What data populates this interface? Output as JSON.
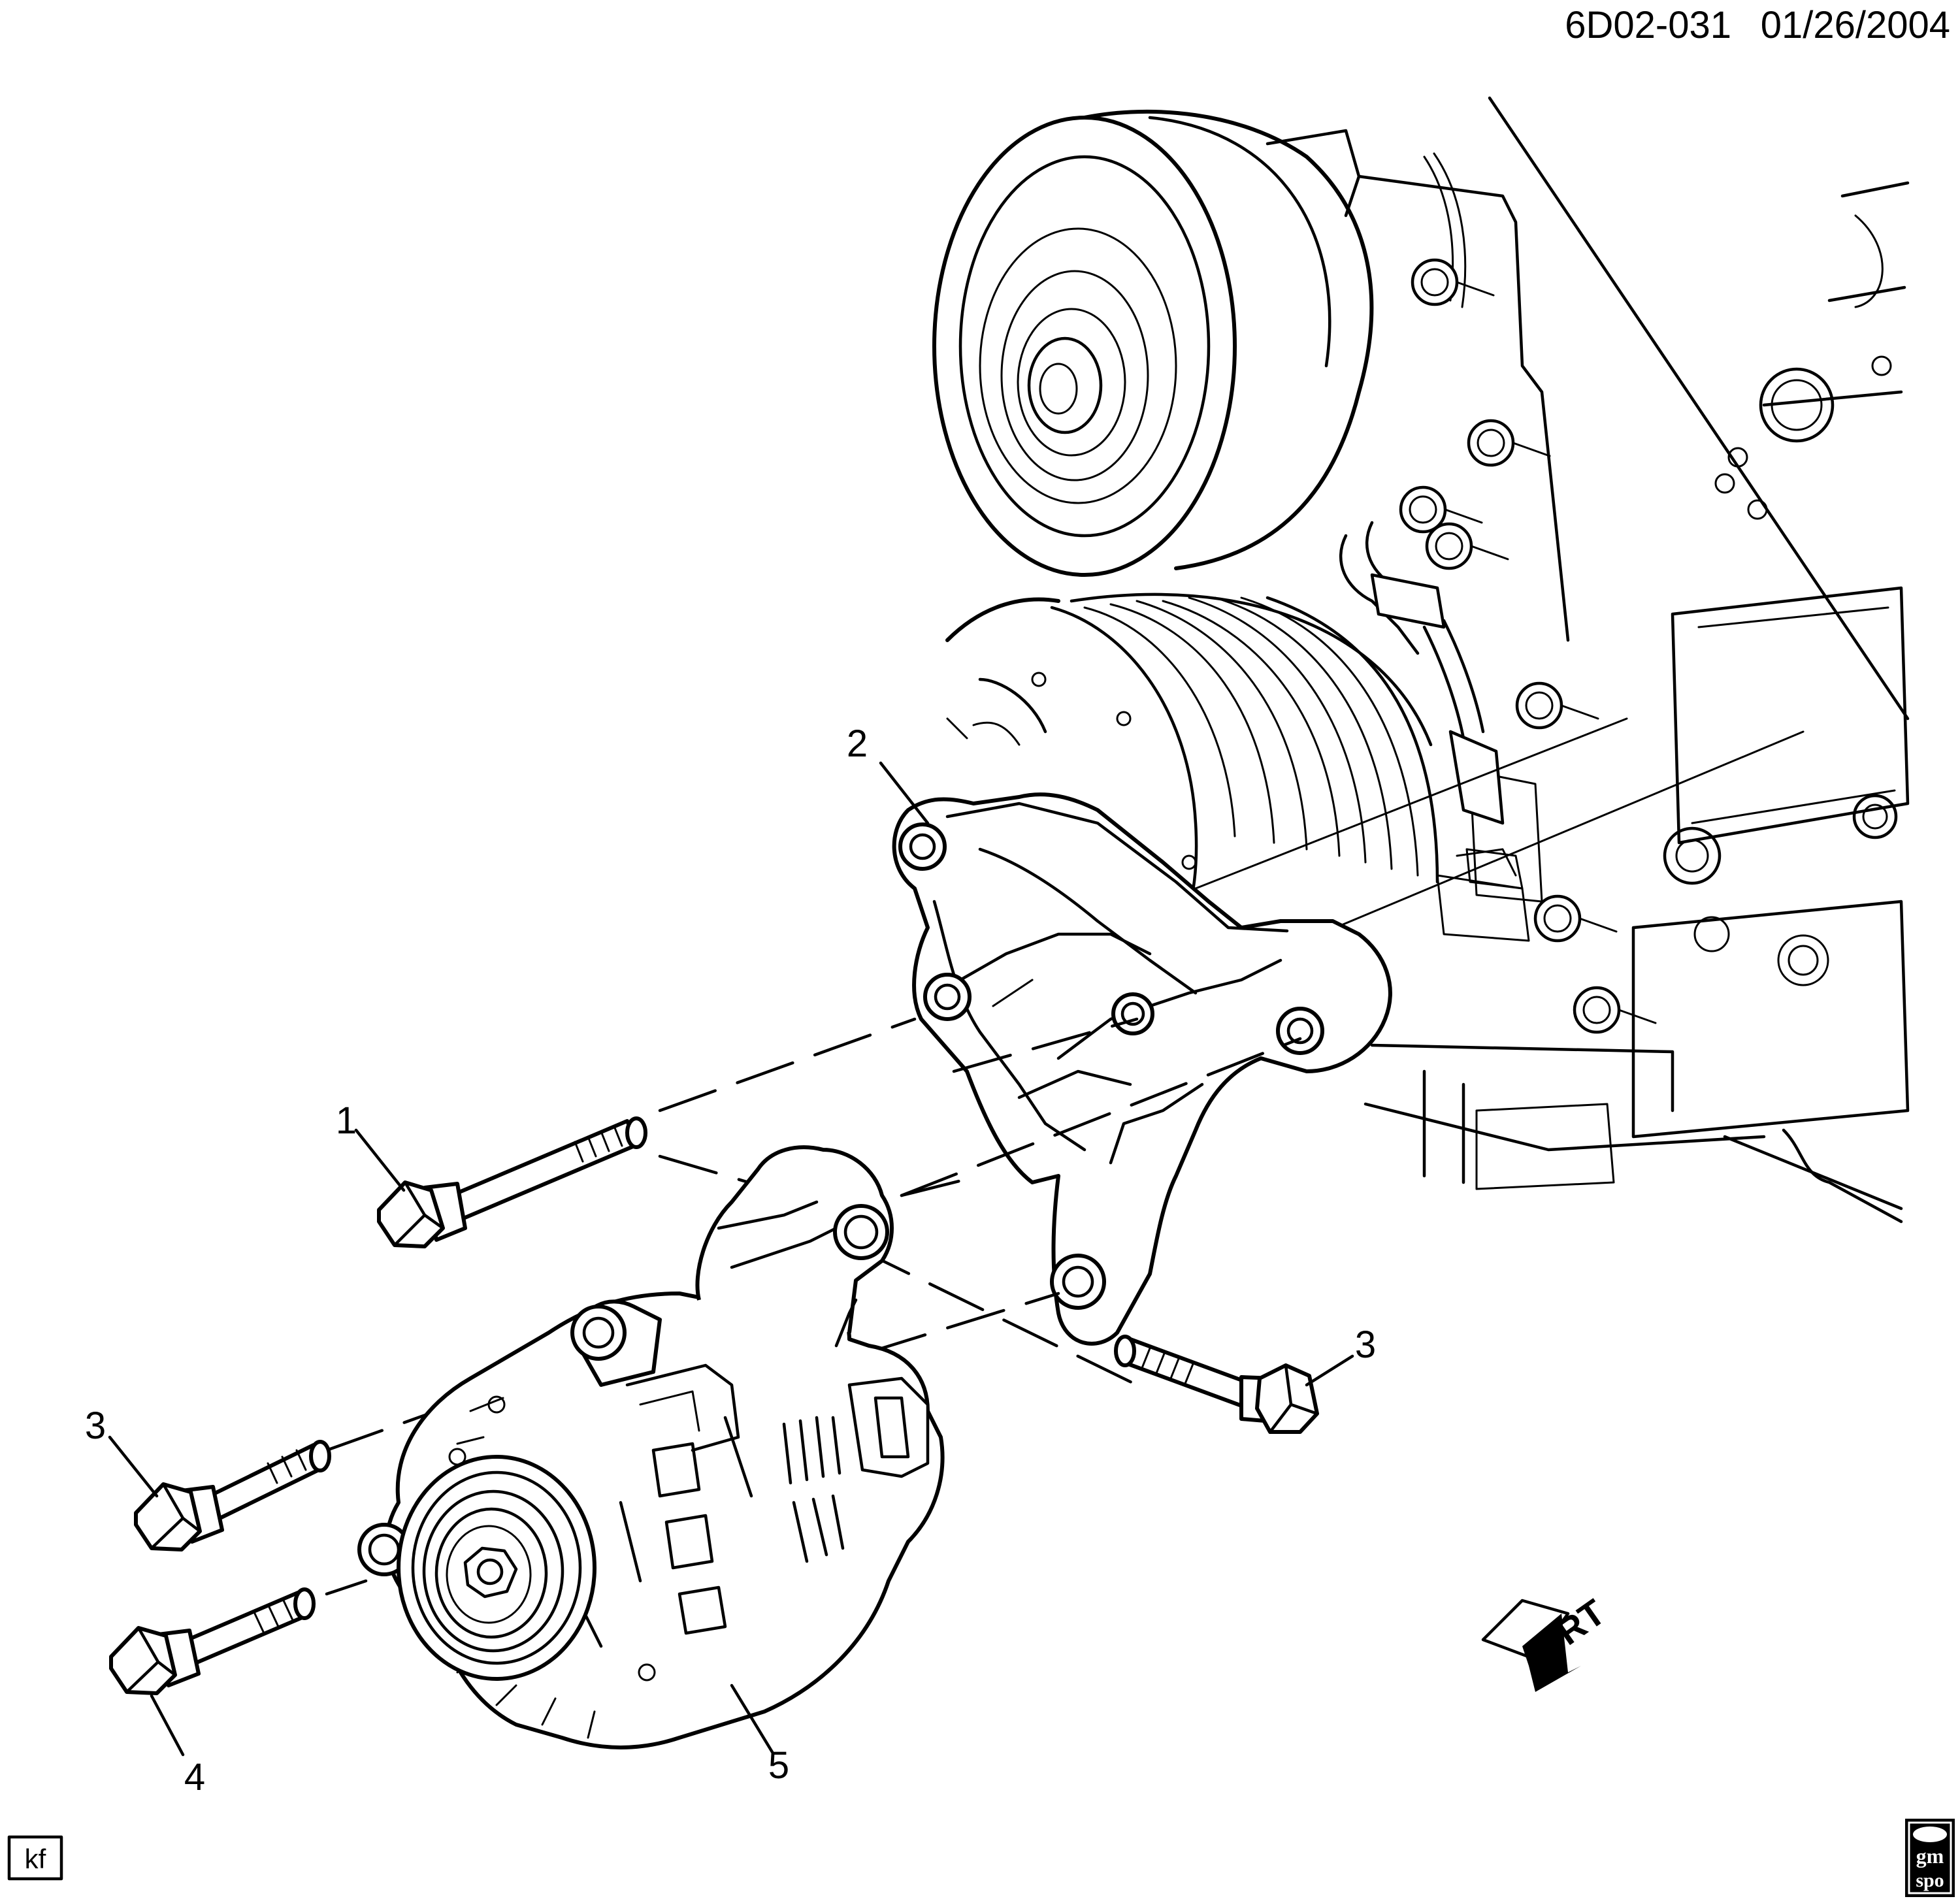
{
  "header": {
    "diagram_code": "6D02-031",
    "date": "01/26/2004"
  },
  "callouts": [
    {
      "id": "c1",
      "label": "1",
      "part": "bolt"
    },
    {
      "id": "c2",
      "label": "2",
      "part": "bracket"
    },
    {
      "id": "c3a",
      "label": "3",
      "part": "bolt"
    },
    {
      "id": "c3b",
      "label": "3",
      "part": "bolt"
    },
    {
      "id": "c4",
      "label": "4",
      "part": "bolt"
    },
    {
      "id": "c5",
      "label": "5",
      "part": "generator"
    }
  ],
  "front_indicator": {
    "label": "FRT"
  },
  "footer": {
    "illustrator_initials": "kf",
    "logo_text_top": "gm",
    "logo_text_bottom": "spo"
  }
}
